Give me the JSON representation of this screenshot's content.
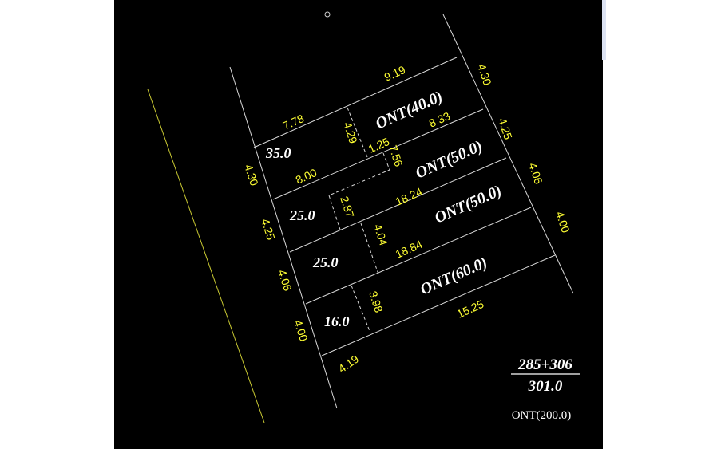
{
  "colors": {
    "background": "#000000",
    "boundary": "#d8d8d8",
    "dimension": "#ffff33",
    "road_line": "#c8c832",
    "label": "#ffffff"
  },
  "top_edges": {
    "top_right": "9.19",
    "top_left": "7.78"
  },
  "left_edges": [
    "4.30",
    "4.25",
    "4.06",
    "4.00"
  ],
  "right_edges": [
    "4.30",
    "4.25",
    "4.06",
    "4.00"
  ],
  "bottom_edge": "4.19",
  "parcels": [
    {
      "ont": "ONT(40.0)",
      "area": "35.0",
      "divider": "4.29",
      "inner_top": "1.25",
      "edge": "8.33",
      "bottom": "8.00"
    },
    {
      "ont": "ONT(50.0)",
      "area": "25.0",
      "divider": "7.56",
      "divider2": "2.87",
      "edge": "18.24"
    },
    {
      "ont": "ONT(50.0)",
      "area": "25.0",
      "divider": "4.04",
      "edge": "18.84"
    },
    {
      "ont": "ONT(60.0)",
      "area": "16.0",
      "divider": "3.98",
      "edge": "15.25"
    }
  ],
  "summary": {
    "numerator": "285+306",
    "denominator": "301.0",
    "total": "ONT(200.0)"
  }
}
